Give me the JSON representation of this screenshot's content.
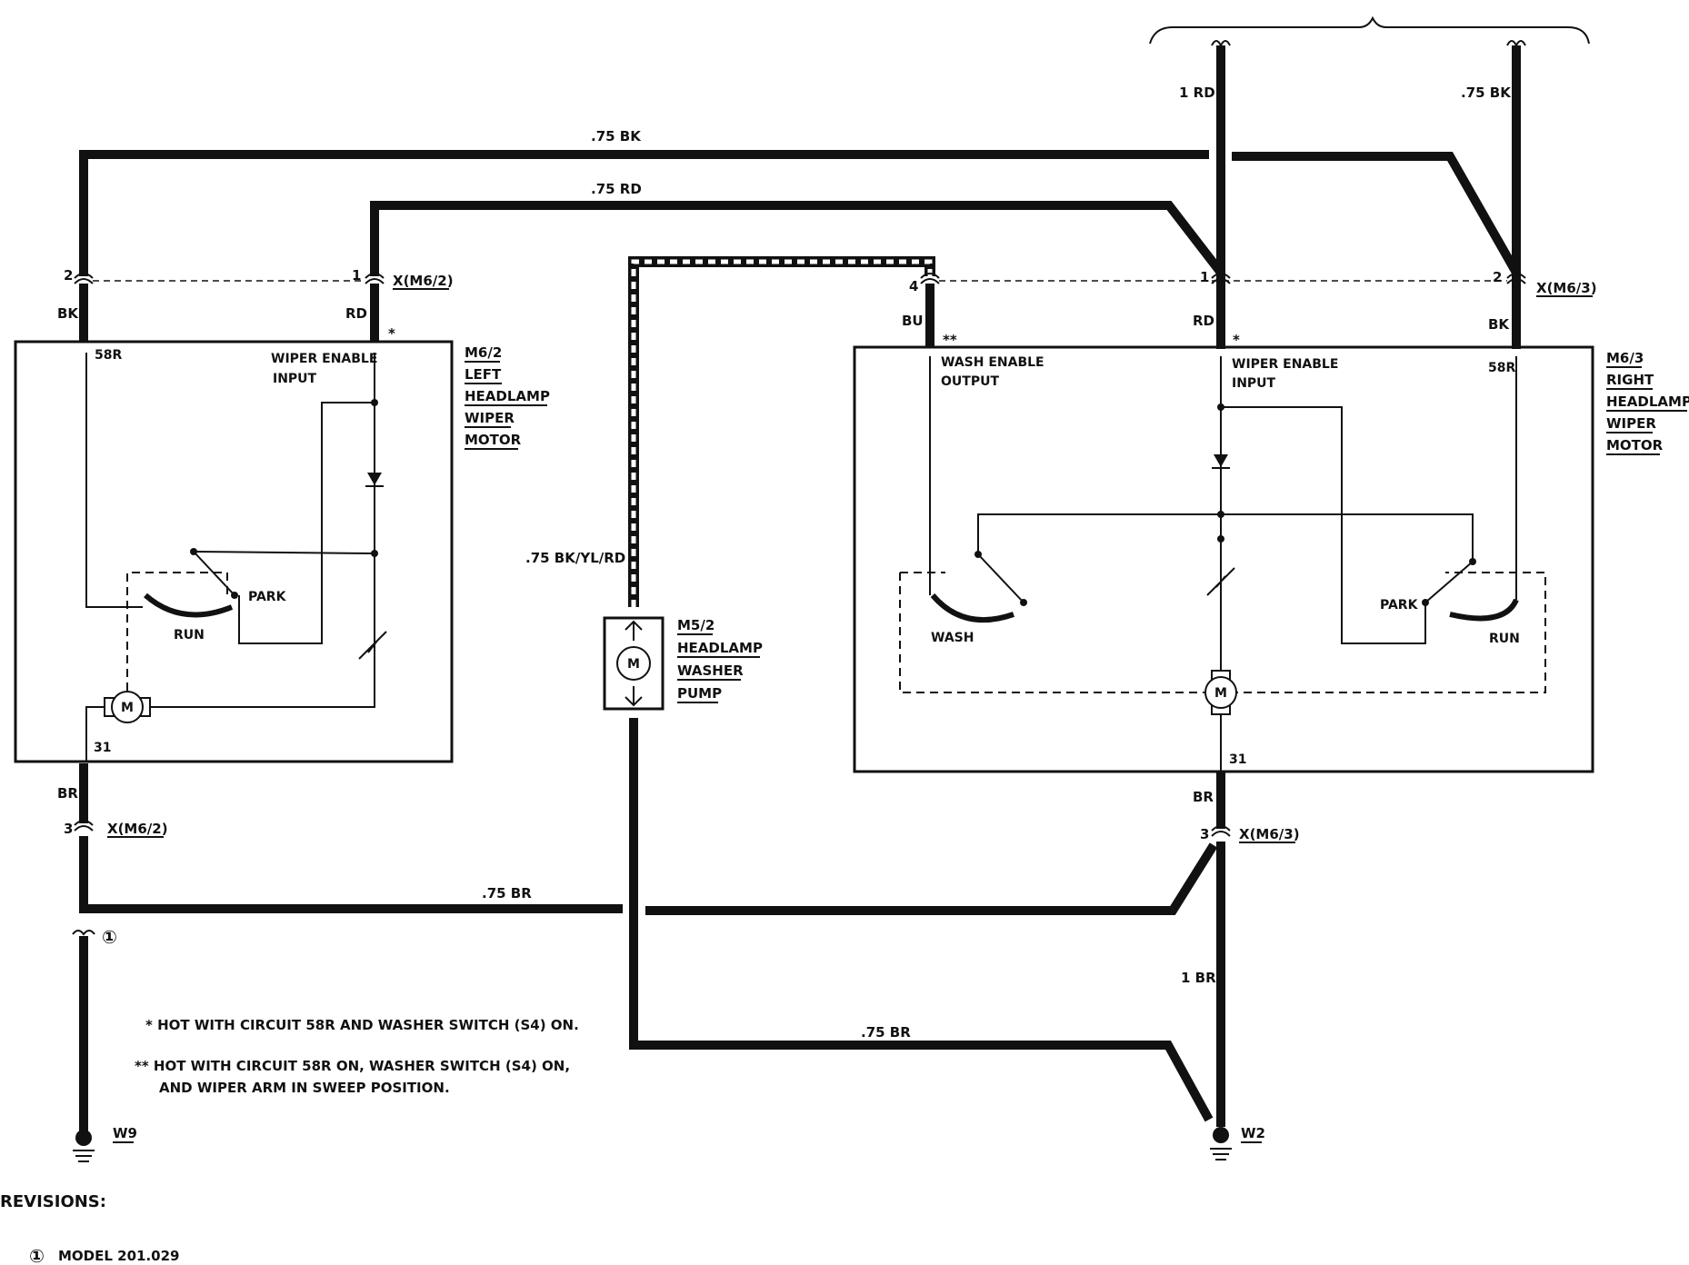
{
  "wires": {
    "top_bk": ".75 BK",
    "top_rd": ".75 RD",
    "feed_1rd": "1 RD",
    "feed_75bk": ".75 BK",
    "pump_wire": ".75 BK/YL/RD",
    "mid_br": ".75 BR",
    "ground_1br": "1 BR",
    "bottom_br": ".75 BR"
  },
  "left_motor": {
    "pin2": "2",
    "pin1": "1",
    "pin3": "3",
    "color_bk": "BK",
    "color_rd": "RD",
    "color_br": "BR",
    "connector": "X(M6/2)",
    "connector_bottom": "X(M6/2)",
    "star": "*",
    "term_58r": "58R",
    "term_31": "31",
    "wiper_enable": "WIPER ENABLE",
    "input": "INPUT",
    "park": "PARK",
    "run": "RUN",
    "motor_symbol": "M",
    "title_lines": [
      "M6/2",
      "LEFT",
      "HEADLAMP",
      "WIPER",
      "MOTOR"
    ]
  },
  "right_motor": {
    "pin4": "4",
    "pin1": "1",
    "pin2": "2",
    "pin3": "3",
    "color_bu": "BU",
    "color_rd": "RD",
    "color_bk": "BK",
    "color_br": "BR",
    "connector": "X(M6/3)",
    "connector_bottom": "X(M6/3)",
    "dstar": "**",
    "star": "*",
    "wash_enable": "WASH ENABLE",
    "output": "OUTPUT",
    "wiper_enable": "WIPER ENABLE",
    "input": "INPUT",
    "term_58r": "58R",
    "term_31": "31",
    "wash": "WASH",
    "park": "PARK",
    "run": "RUN",
    "motor_symbol": "M",
    "title_lines": [
      "M6/3",
      "RIGHT",
      "HEADLAMP",
      "WIPER",
      "MOTOR"
    ]
  },
  "pump": {
    "motor_symbol": "M",
    "title_lines": [
      "M5/2",
      "HEADLAMP",
      "WASHER",
      "PUMP"
    ]
  },
  "grounds": {
    "left": "W9",
    "right": "W2"
  },
  "revision_marker": "①",
  "notes": {
    "note1": "* HOT WITH CIRCUIT 58R AND WASHER SWITCH (S4) ON.",
    "note2_line1": "** HOT WITH CIRCUIT 58R ON, WASHER SWITCH (S4) ON,",
    "note2_line2": "AND WIPER ARM IN SWEEP POSITION."
  },
  "revisions": {
    "heading": "REVISIONS:",
    "items": [
      {
        "marker": "①",
        "text": "MODEL 201.029"
      }
    ]
  }
}
